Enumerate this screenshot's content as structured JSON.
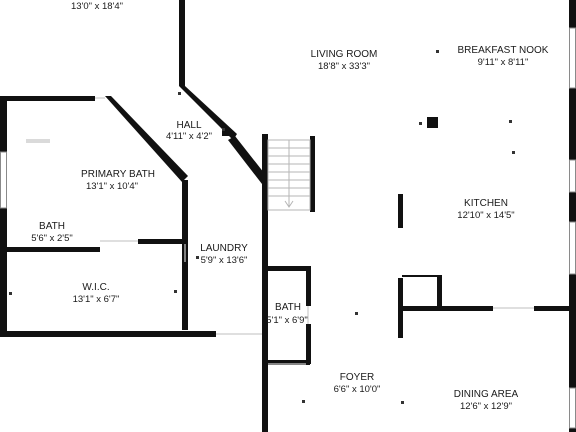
{
  "rooms": {
    "bedroom": {
      "dims": "13'0\" x 18'4\""
    },
    "living_room": {
      "name": "LIVING ROOM",
      "dims": "18'8\" x 33'3\""
    },
    "breakfast": {
      "name": "BREAKFAST NOOK",
      "dims": "9'11\" x 8'11\""
    },
    "hall": {
      "name": "HALL",
      "dims": "4'11\" x 4'2\""
    },
    "primary_bath": {
      "name": "PRIMARY BATH",
      "dims": "13'1\" x 10'4\""
    },
    "kitchen": {
      "name": "KITCHEN",
      "dims": "12'10\" x 14'5\""
    },
    "bath_small": {
      "name": "BATH",
      "dims": "5'6\" x 2'5\""
    },
    "laundry": {
      "name": "LAUNDRY",
      "dims": "5'9\" x 13'6\""
    },
    "wic": {
      "name": "W.I.C.",
      "dims": "13'1\" x 6'7\""
    },
    "bath_2": {
      "name": "BATH",
      "dims": "5'1\" x 6'9\""
    },
    "foyer": {
      "name": "FOYER",
      "dims": "6'6\" x 10'0\""
    },
    "dining": {
      "name": "DINING AREA",
      "dims": "12'6\" x 12'9\""
    }
  },
  "colors": {
    "wall": "#111111",
    "window": "#8a8a8a",
    "door": "#cccccc"
  }
}
